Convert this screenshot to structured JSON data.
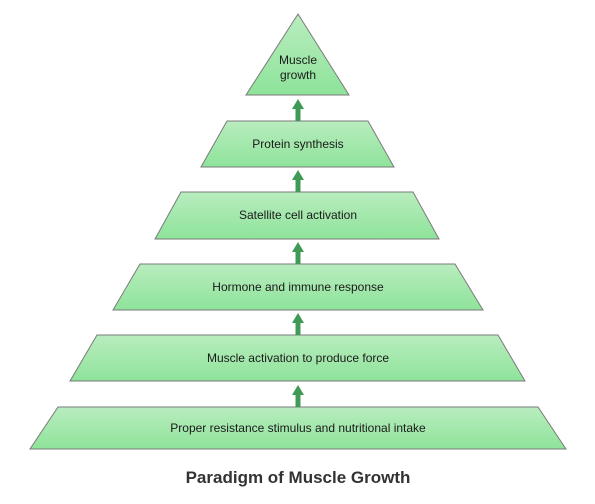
{
  "diagram": {
    "caption": "Paradigm of Muscle Growth",
    "levels": [
      {
        "label": "Proper resistance stimulus and nutritional intake"
      },
      {
        "label": "Muscle activation to produce force"
      },
      {
        "label": "Hormone and immune response"
      },
      {
        "label": "Satellite cell activation"
      },
      {
        "label": "Protein synthesis"
      },
      {
        "label": "Muscle growth",
        "lines": [
          "Muscle",
          "growth"
        ]
      }
    ]
  },
  "colors": {
    "fill_top": "#b9edbf",
    "fill_bottom": "#8ee39a",
    "stroke": "#7a7a7a",
    "arrow": "#3f9a55",
    "text": "#1a1a1a",
    "caption": "#333333"
  }
}
